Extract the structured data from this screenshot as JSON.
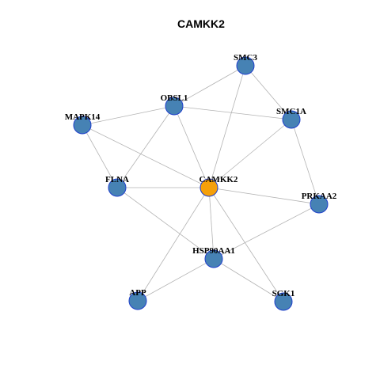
{
  "graph": {
    "title": "CAMKK2",
    "colors": {
      "center_fill": "#f5a00a",
      "node_fill": "#4682b4",
      "node_stroke": "#1f3fcc",
      "edge": "#b3b3b3"
    },
    "nodes": [
      {
        "id": "CAMKK2",
        "label": "CAMKK2",
        "center": true
      },
      {
        "id": "SMC3",
        "label": "SMC3"
      },
      {
        "id": "OBSL1",
        "label": "OBSL1"
      },
      {
        "id": "SMC1A",
        "label": "SMC1A"
      },
      {
        "id": "MAPK14",
        "label": "MAPK14"
      },
      {
        "id": "FLNA",
        "label": "FLNA"
      },
      {
        "id": "PRKAA2",
        "label": "PRKAA2"
      },
      {
        "id": "HSP90AA1",
        "label": "HSP90AA1"
      },
      {
        "id": "APP",
        "label": "APP"
      },
      {
        "id": "SGK1",
        "label": "SGK1"
      }
    ],
    "edges": [
      [
        "SMC3",
        "OBSL1"
      ],
      [
        "SMC3",
        "SMC1A"
      ],
      [
        "SMC3",
        "CAMKK2"
      ],
      [
        "OBSL1",
        "MAPK14"
      ],
      [
        "OBSL1",
        "SMC1A"
      ],
      [
        "OBSL1",
        "FLNA"
      ],
      [
        "OBSL1",
        "CAMKK2"
      ],
      [
        "MAPK14",
        "FLNA"
      ],
      [
        "MAPK14",
        "CAMKK2"
      ],
      [
        "SMC1A",
        "CAMKK2"
      ],
      [
        "SMC1A",
        "PRKAA2"
      ],
      [
        "FLNA",
        "CAMKK2"
      ],
      [
        "FLNA",
        "HSP90AA1"
      ],
      [
        "CAMKK2",
        "PRKAA2"
      ],
      [
        "CAMKK2",
        "HSP90AA1"
      ],
      [
        "CAMKK2",
        "APP"
      ],
      [
        "CAMKK2",
        "SGK1"
      ],
      [
        "PRKAA2",
        "HSP90AA1"
      ],
      [
        "HSP90AA1",
        "APP"
      ],
      [
        "HSP90AA1",
        "SGK1"
      ]
    ]
  }
}
